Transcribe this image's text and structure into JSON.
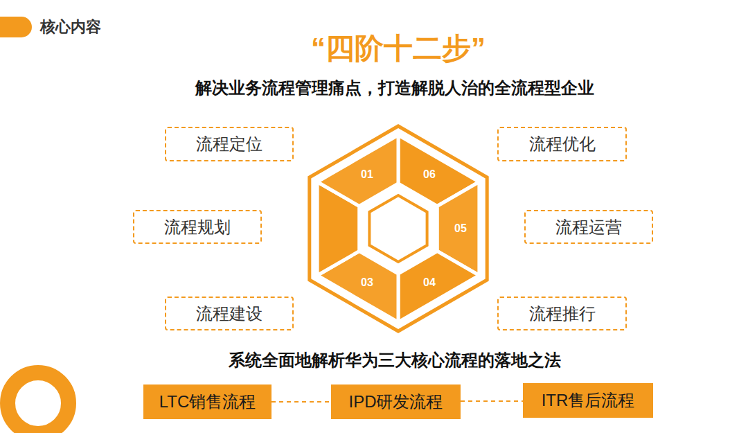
{
  "diagram": {
    "title": "“四阶十二步”",
    "nodes": [
      {
        "text": [
          "核心内容"
        ]
      },
      {
        "text": [
          "流程定位"
        ]
      },
      {
        "text": [
          "流程优化"
        ]
      },
      {
        "text": [
          "流程规划"
        ]
      },
      {
        "text": [
          "流程运营"
        ]
      },
      {
        "text": [
          "流程建设"
        ]
      },
      {
        "text": [
          "流程推行"
        ]
      },
      {
        "text": [
          "LTC销售流程"
        ]
      },
      {
        "text": [
          "IPD研发流程"
        ]
      },
      {
        "text": [
          "ITR售后流程"
        ]
      }
    ],
    "edges": [
      {
        "from": 7,
        "to": 8,
        "arrow": "none"
      },
      {
        "from": 8,
        "to": 9,
        "arrow": "none"
      }
    ],
    "labels": [
      "解决业务流程管理痛点，打造解脱人治的全流程型企业",
      "01",
      "06",
      "05",
      "04",
      "03",
      "系统全面地解析华为三大核心流程的落地之法"
    ]
  }
}
